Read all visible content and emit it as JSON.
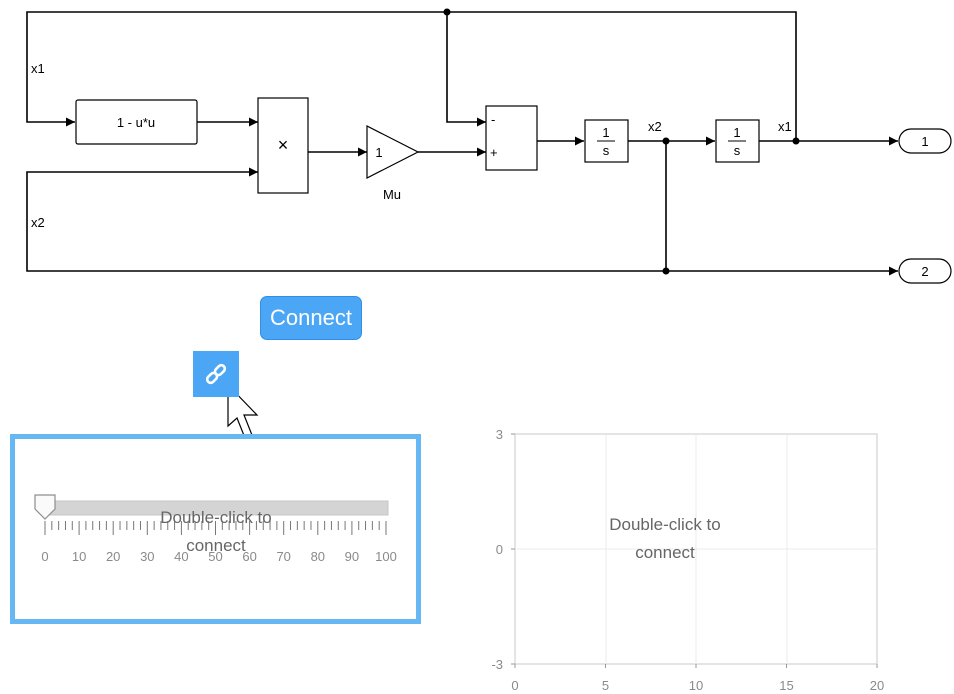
{
  "diagram": {
    "blocks": {
      "fcn": "1 - u*u",
      "product": "×",
      "gain_value": "1",
      "gain_name": "Mu",
      "sum_minus": "-",
      "sum_plus": "+",
      "int_num": "1",
      "int_den": "s",
      "out1": "1",
      "out2": "2"
    },
    "signals": {
      "x1": "x1",
      "x2": "x2"
    }
  },
  "connect_button": "Connect",
  "link_icon": "link-icon",
  "slider": {
    "placeholder": "Double-click to connect",
    "ticks": [
      "0",
      "10",
      "20",
      "30",
      "40",
      "50",
      "60",
      "70",
      "80",
      "90",
      "100"
    ],
    "value": 0,
    "min": 0,
    "max": 100
  },
  "scope": {
    "placeholder": "Double-click to connect",
    "x_ticks": [
      "0",
      "5",
      "10",
      "15",
      "20"
    ],
    "y_ticks": [
      "3",
      "0",
      "-3"
    ]
  }
}
